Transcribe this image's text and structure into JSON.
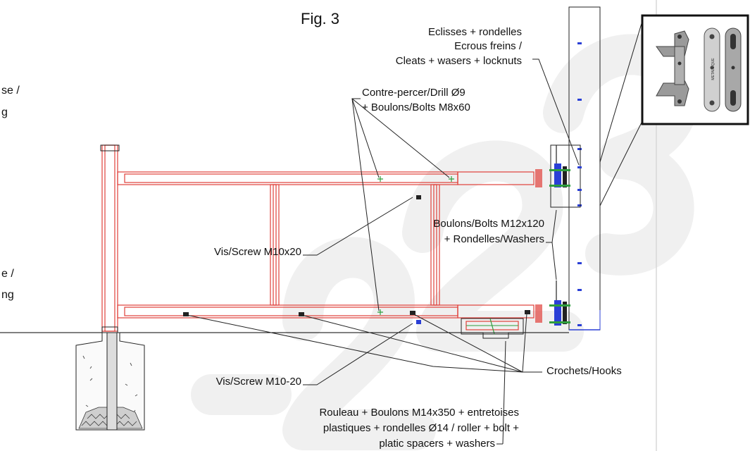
{
  "figure": {
    "title": "Fig. 3"
  },
  "left_partial_labels": [
    {
      "line1": "se /",
      "line2": "g"
    },
    {
      "line1": "e /",
      "line2": "ng"
    }
  ],
  "callouts": {
    "cleats": [
      "Eclisses + rondelles",
      "Ecrous freins /",
      "Cleats + wasers + locknuts"
    ],
    "drill": [
      "Contre-percer/Drill Ø9",
      "+ Boulons/Bolts M8x60"
    ],
    "bolts_m12": [
      "Boulons/Bolts M12x120",
      "+ Rondelles/Washers"
    ],
    "screw_m10x20": [
      "Vis/Screw M10x20"
    ],
    "screw_m10_20": [
      "Vis/Screw M10-20"
    ],
    "hooks": [
      "Crochets/Hooks"
    ],
    "roller": [
      "Rouleau + Boulons M14x350 + entretoises",
      "plastiques + rondelles Ø14 / roller + bolt +",
      "platic spacers + washers"
    ]
  },
  "inset_photo": {
    "plate_marking": "METALLIQUE",
    "description_icon": "cleat-plates-photo"
  },
  "watermark": {
    "text": "2023"
  },
  "colors": {
    "frame": "#e0403a",
    "ground": "#000000",
    "hardware_green": "#2e9e3e",
    "hardware_blue": "#2a3fd6",
    "leader": "#222222"
  }
}
